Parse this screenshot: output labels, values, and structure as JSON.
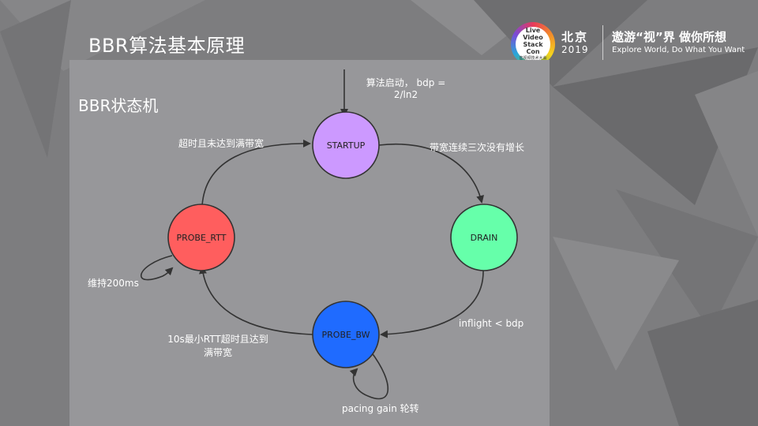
{
  "slide": {
    "title": "BBR算法基本原理"
  },
  "header": {
    "logo_lines": [
      "Live Video",
      "Stack Con",
      "音视频技术大会"
    ],
    "city": "北京",
    "year": "2019",
    "slogan_cn": "遨游“视”界  做你所想",
    "slogan_en": "Explore World, Do What You Want"
  },
  "diagram": {
    "title": "BBR状态机",
    "states": {
      "startup": {
        "label": "STARTUP",
        "color": "#cc99ff"
      },
      "drain": {
        "label": "DRAIN",
        "color": "#66ffaa"
      },
      "probe_bw": {
        "label": "PROBE_BW",
        "color": "#1f6bff"
      },
      "probe_rtt": {
        "label": "PROBE_RTT",
        "color": "#ff5e5e"
      }
    },
    "transitions": {
      "entry": "算法启动， bdp = 2/ln2",
      "startup_to_drain": "带宽连续三次没有增长",
      "drain_to_probe_bw": "inflight  < bdp",
      "probe_bw_self": "pacing gain 轮转",
      "probe_bw_to_probe_rtt": "10s最小RTT超时且达到满带宽",
      "probe_rtt_self": "维持200ms",
      "probe_rtt_to_startup": "超时且未达到满带宽"
    }
  }
}
